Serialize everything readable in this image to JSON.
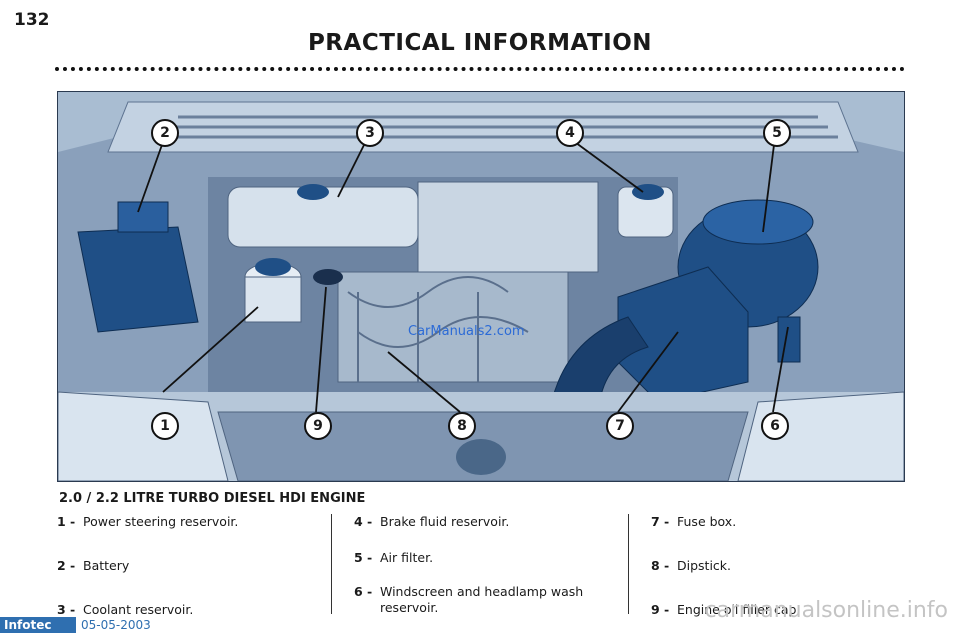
{
  "page": {
    "number": "132",
    "title": "PRACTICAL INFORMATION"
  },
  "figure": {
    "callouts": [
      "1",
      "2",
      "3",
      "4",
      "5",
      "6",
      "7",
      "8",
      "9"
    ],
    "image_watermark": "CarManuals2.com"
  },
  "caption": "2.0 / 2.2 LITRE TURBO DIESEL HDI ENGINE",
  "legend": {
    "col1": [
      {
        "num": "1 -",
        "text": "Power steering reservoir."
      },
      {
        "num": "2 -",
        "text": "Battery"
      },
      {
        "num": "3 -",
        "text": "Coolant reservoir."
      }
    ],
    "col2": [
      {
        "num": "4 -",
        "text": "Brake fluid reservoir."
      },
      {
        "num": "5 -",
        "text": "Air filter."
      },
      {
        "num": "6 -",
        "text": "Windscreen and headlamp wash reservoir."
      }
    ],
    "col3": [
      {
        "num": "7 -",
        "text": "Fuse box."
      },
      {
        "num": "8 -",
        "text": "Dipstick."
      },
      {
        "num": "9 -",
        "text": "Engine oil filler cap."
      }
    ]
  },
  "footer": {
    "badge": "Infotec",
    "date": "05-05-2003",
    "site_watermark": "carmanualsonline.info"
  },
  "colors": {
    "engine_bay": "#6d84a2",
    "dark_blue_parts": "#1f4f86",
    "callout_line": "#111111"
  }
}
